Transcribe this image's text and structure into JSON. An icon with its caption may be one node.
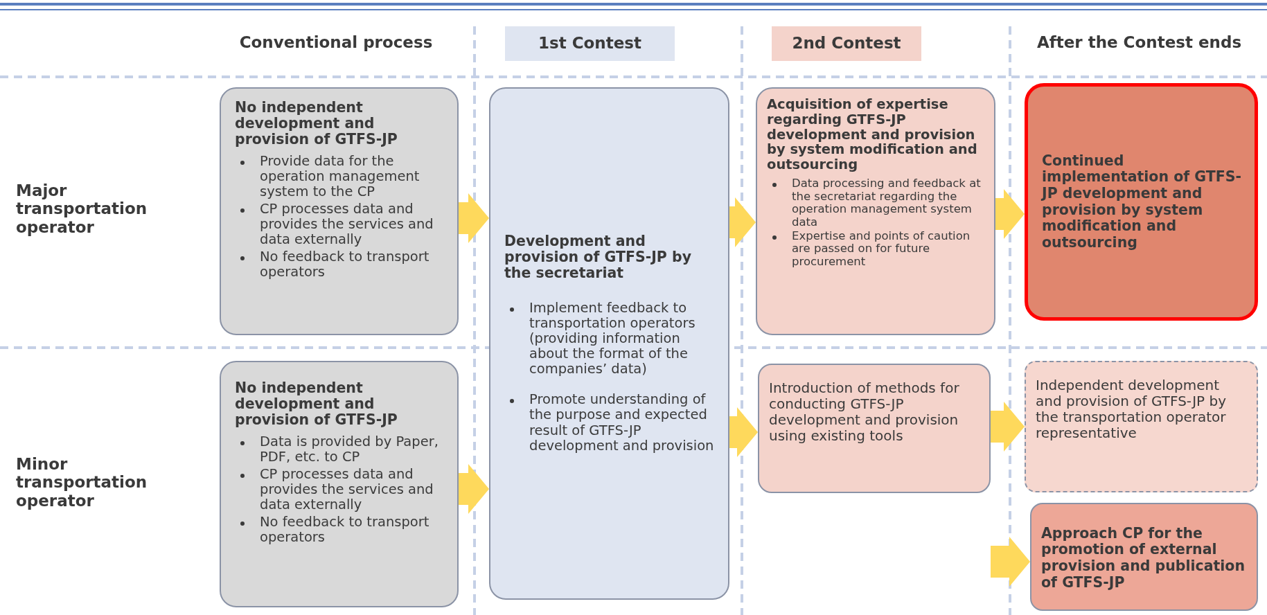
{
  "diagram": {
    "nodes": [
      {
        "text": [
          "1st Contest"
        ]
      },
      {
        "text": [
          "2nd Contest"
        ]
      },
      {
        "text": [
          "No independent development and provision of GTFS-JP",
          "Provide data for the operation management system to the CP",
          "CP processes data and provides the services and data externally",
          "No feedback to transport operators"
        ]
      },
      {
        "text": [
          "No independent development and provision of GTFS-JP",
          "Data is provided by Paper, PDF, etc. to CP",
          "CP processes data and provides the services and data externally",
          "No feedback to transport operators"
        ]
      },
      {
        "text": [
          "Development and provision of GTFS-JP by the secretariat",
          "Implement feedback to transportation operators (providing information about the format of the companies’ data)",
          "Promote understanding of the purpose and expected result of GTFS-JP development and provision"
        ]
      },
      {
        "text": [
          "Acquisition of expertise regarding GTFS-JP development and provision by system modification and outsourcing",
          "Data processing and feedback at the secretariat regarding the operation management system data",
          "Expertise and points of caution are passed on for future procurement"
        ]
      },
      {
        "text": [
          "Introduction of methods for conducting GTFS-JP development and provision using existing tools"
        ]
      },
      {
        "text": [
          "Continued implementation of GTFS-JP development and provision by system modification and outsourcing"
        ]
      },
      {
        "text": [
          "Independent development and provision of GTFS-JP by the transportation operator representative"
        ]
      },
      {
        "text": [
          "Approach CP for the promotion of external provision and publication of GTFS-JP"
        ]
      }
    ],
    "edges": [
      {
        "from": 2,
        "to": 4,
        "arrow": "to"
      },
      {
        "from": 3,
        "to": 4,
        "arrow": "to"
      },
      {
        "from": 4,
        "to": 5,
        "arrow": "to"
      },
      {
        "from": 4,
        "to": 6,
        "arrow": "to"
      },
      {
        "from": 5,
        "to": 7,
        "arrow": "to"
      },
      {
        "from": 6,
        "to": 8,
        "arrow": "to"
      },
      {
        "from": null,
        "to": 9,
        "arrow": "to"
      }
    ],
    "labels": [
      "Conventional process",
      "After the Contest ends",
      "Major transportation operator",
      "Minor transportation operator"
    ]
  }
}
